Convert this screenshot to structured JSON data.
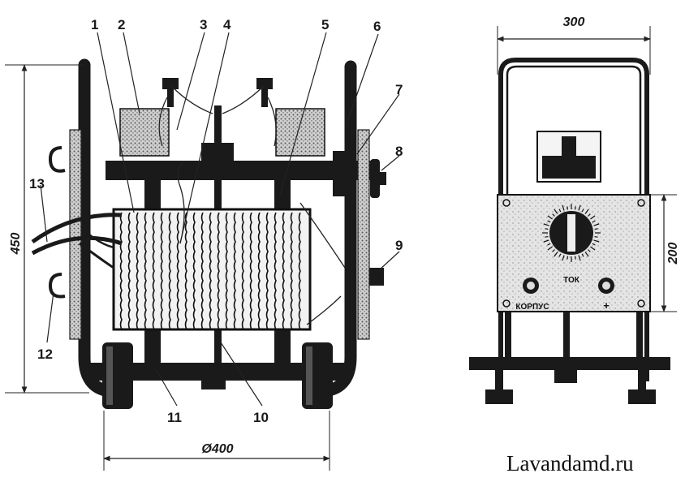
{
  "labels": [
    "1",
    "2",
    "3",
    "4",
    "5",
    "6",
    "7",
    "8",
    "9",
    "10",
    "11",
    "12",
    "13"
  ],
  "dimensions": {
    "height_front": "450",
    "diameter_base": "Ø400",
    "width_side": "300",
    "panel_height": "200"
  },
  "panel": {
    "current_label": "ТОК",
    "case_label": "КОРПУС",
    "plus_label": "+"
  },
  "watermark": "Lavandamd.ru"
}
